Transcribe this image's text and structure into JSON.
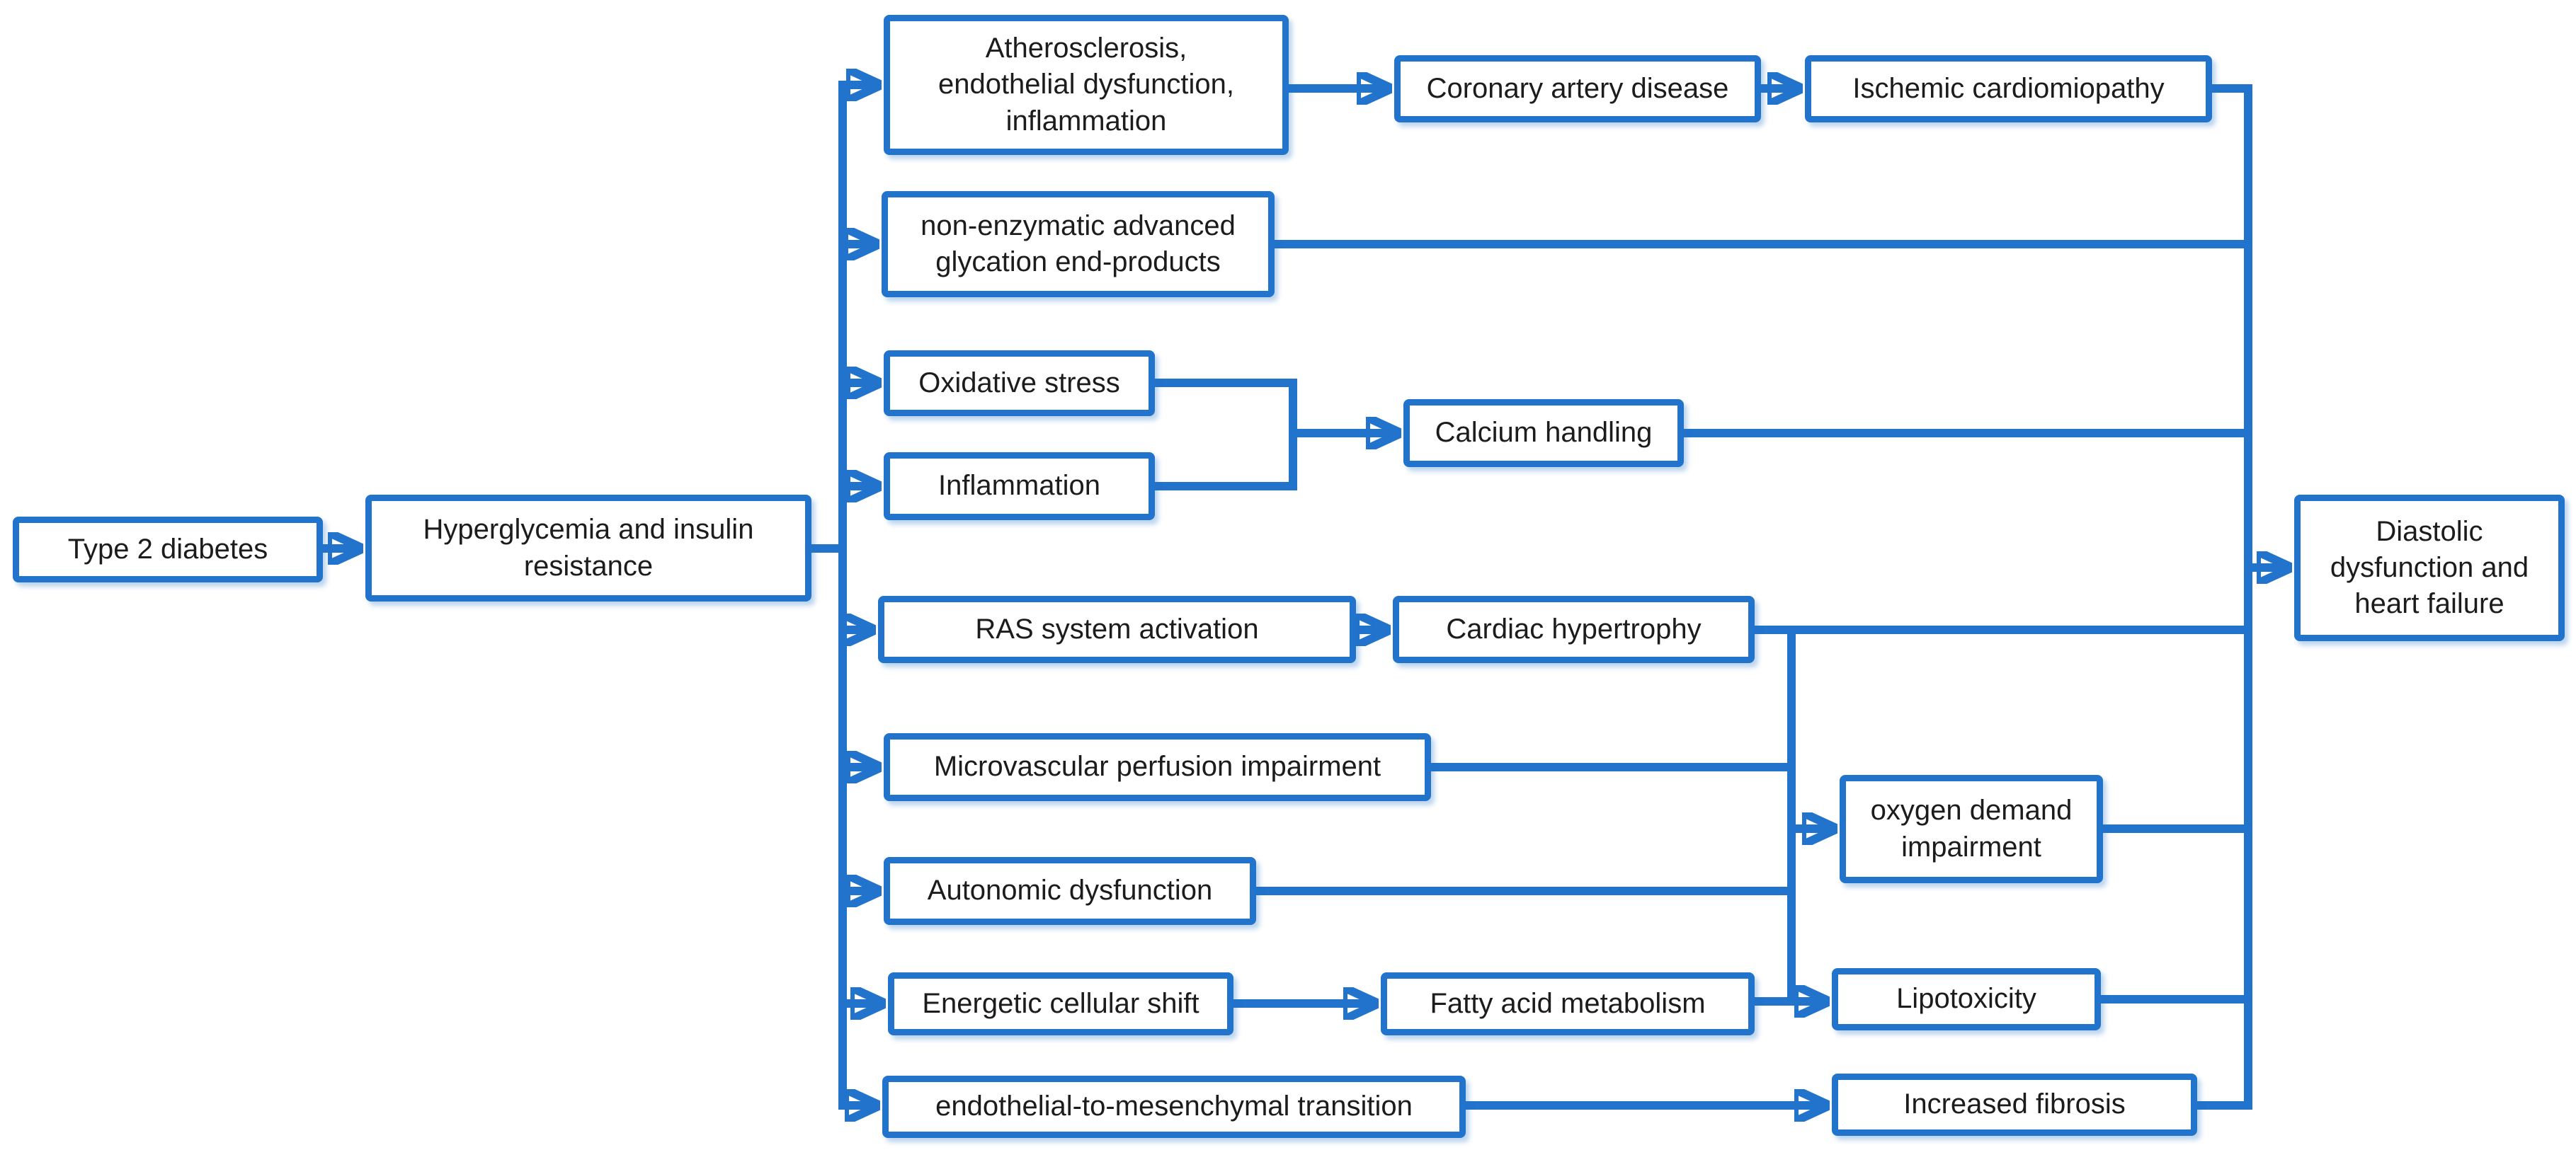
{
  "figure": {
    "description": "Flowchart: pathways from type 2 diabetes to diastolic dysfunction and heart failure",
    "accent_color": "#2173cb",
    "text_color": "#1c1c1c",
    "background_color": "#ffffff",
    "nodes": {
      "type2": {
        "label": "Type 2 diabetes"
      },
      "hyperglycemia": {
        "label": "Hyperglycemia and insulin\nresistance"
      },
      "atherosclerosis": {
        "label": "Atherosclerosis,\nendothelial dysfunction,\ninflammation"
      },
      "coronary": {
        "label": "Coronary artery disease"
      },
      "ischemic": {
        "label": "Ischemic cardiomiopathy"
      },
      "age_products": {
        "label": "non-enzymatic advanced\nglycation end-products"
      },
      "oxidative": {
        "label": "Oxidative stress"
      },
      "inflammation": {
        "label": "Inflammation"
      },
      "calcium": {
        "label": "Calcium handling"
      },
      "ras": {
        "label": "RAS system activation"
      },
      "hypertrophy": {
        "label": "Cardiac hypertrophy"
      },
      "microvascular": {
        "label": "Microvascular perfusion impairment"
      },
      "autonomic": {
        "label": "Autonomic dysfunction"
      },
      "oxygen_demand": {
        "label": "oxygen demand\nimpairment"
      },
      "energetic": {
        "label": "Energetic cellular shift"
      },
      "fatty_acid": {
        "label": "Fatty acid metabolism"
      },
      "lipotoxicity": {
        "label": "Lipotoxicity"
      },
      "emt": {
        "label": "endothelial-to-mesenchymal transition"
      },
      "fibrosis": {
        "label": "Increased fibrosis"
      },
      "diastolic": {
        "label": "Diastolic\ndysfunction and\nheart failure"
      }
    },
    "edges": [
      {
        "from": "type2",
        "to": "hyperglycemia"
      },
      {
        "from": "hyperglycemia",
        "to": "atherosclerosis"
      },
      {
        "from": "hyperglycemia",
        "to": "age_products"
      },
      {
        "from": "hyperglycemia",
        "to": "oxidative"
      },
      {
        "from": "hyperglycemia",
        "to": "inflammation"
      },
      {
        "from": "hyperglycemia",
        "to": "ras"
      },
      {
        "from": "hyperglycemia",
        "to": "microvascular"
      },
      {
        "from": "hyperglycemia",
        "to": "autonomic"
      },
      {
        "from": "hyperglycemia",
        "to": "energetic"
      },
      {
        "from": "hyperglycemia",
        "to": "emt"
      },
      {
        "from": "atherosclerosis",
        "to": "coronary"
      },
      {
        "from": "coronary",
        "to": "ischemic"
      },
      {
        "from": "ischemic",
        "to": "diastolic"
      },
      {
        "from": "age_products",
        "to": "diastolic"
      },
      {
        "from": "oxidative",
        "to": "calcium"
      },
      {
        "from": "inflammation",
        "to": "calcium"
      },
      {
        "from": "calcium",
        "to": "diastolic"
      },
      {
        "from": "ras",
        "to": "hypertrophy"
      },
      {
        "from": "hypertrophy",
        "to": "diastolic"
      },
      {
        "from": "hypertrophy",
        "to": "oxygen_demand"
      },
      {
        "from": "microvascular",
        "to": "oxygen_demand"
      },
      {
        "from": "autonomic",
        "to": "oxygen_demand"
      },
      {
        "from": "oxygen_demand",
        "to": "diastolic"
      },
      {
        "from": "energetic",
        "to": "fatty_acid"
      },
      {
        "from": "fatty_acid",
        "to": "lipotoxicity"
      },
      {
        "from": "lipotoxicity",
        "to": "diastolic"
      },
      {
        "from": "emt",
        "to": "fibrosis"
      },
      {
        "from": "fibrosis",
        "to": "diastolic"
      }
    ]
  }
}
